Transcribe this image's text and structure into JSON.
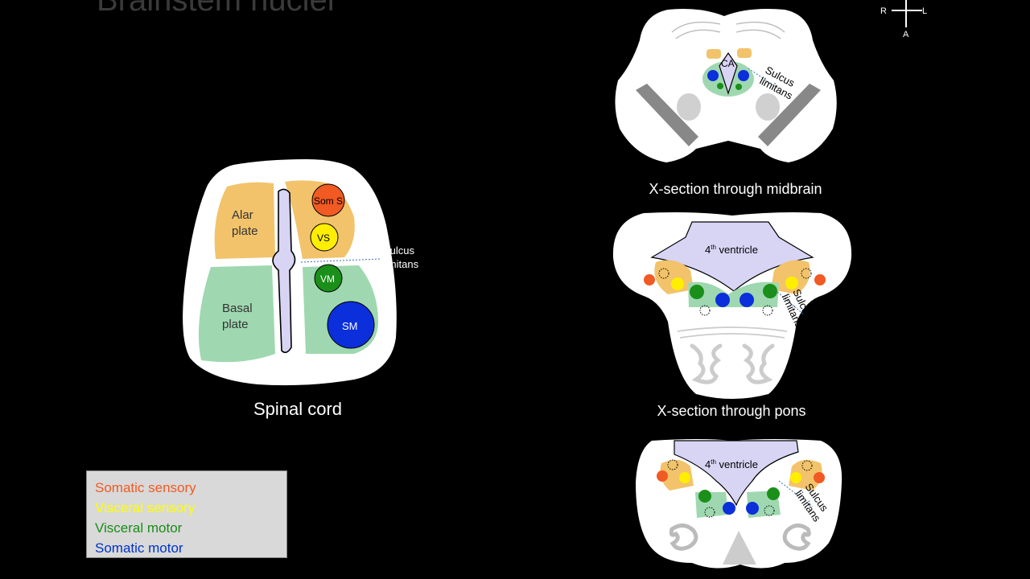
{
  "title": "Brainstem nuclei",
  "orientation": {
    "right": "R",
    "left": "L",
    "anterior": "A"
  },
  "spinal_cord": {
    "caption": "Spinal cord",
    "alar_plate": "Alar\nplate",
    "basal_plate": "Basal\nplate",
    "sulcus_limitans": "Sulcus\nlimitans",
    "nuclei": {
      "som_s": "Som S",
      "vs": "VS",
      "vm": "VM",
      "sm": "SM"
    }
  },
  "midbrain": {
    "caption": "X-section through midbrain",
    "ca": "CA",
    "sulcus_limitans": "Sulcus\nlimitans"
  },
  "pons": {
    "caption": "X-section through pons",
    "ventricle": "4th ventricle",
    "sulcus_limitans": "Sulcus\nlimitans"
  },
  "medulla": {
    "ventricle": "4th ventricle",
    "sulcus_limitans": "Sulcus\nlimitans"
  },
  "legend": {
    "items": [
      {
        "label": "Somatic sensory",
        "color": "#f15a22"
      },
      {
        "label": "Visceral sensory",
        "color": "#ffff00"
      },
      {
        "label": "Visceral motor",
        "color": "#1a8c1a"
      },
      {
        "label": "Somatic motor",
        "color": "#0033cc"
      }
    ]
  },
  "colors": {
    "alar": "#f2c36b",
    "basal": "#9fd8b0",
    "ventricle": "#d8d4f4",
    "tissue": "#ffffff",
    "somatic_sensory": "#f15a22",
    "visceral_sensory": "#ffee00",
    "visceral_motor": "#1a8f1a",
    "somatic_motor": "#0a2fdb"
  }
}
